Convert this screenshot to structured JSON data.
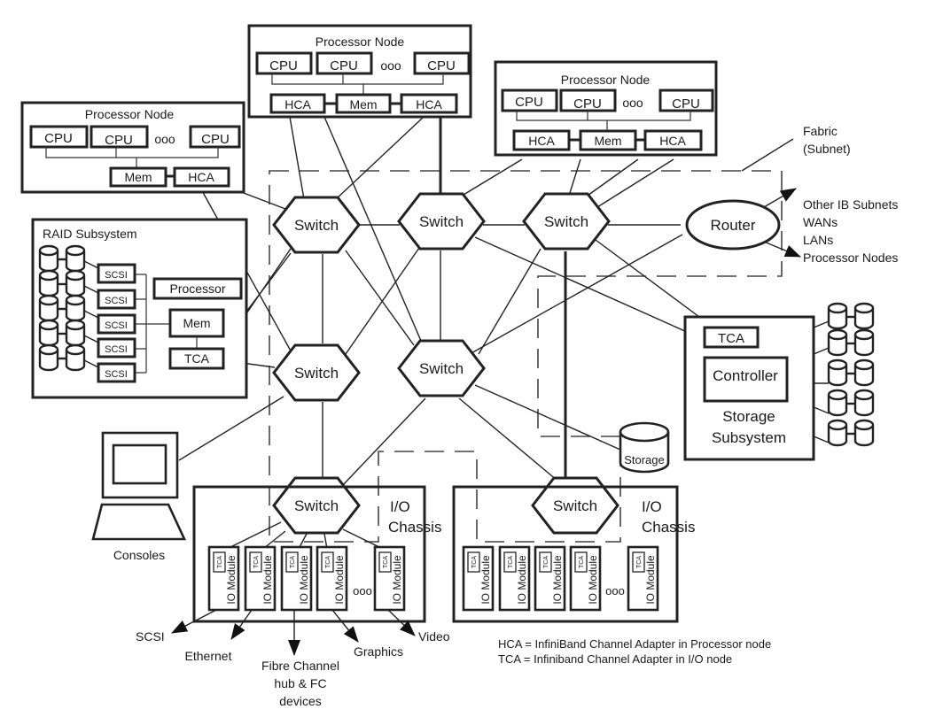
{
  "processor_nodes": [
    {
      "title": "Processor Node",
      "cpus": [
        "CPU",
        "CPU",
        "CPU"
      ],
      "ellipsis": "ooo",
      "mem": "Mem",
      "hcas": [
        "HCA",
        "HCA"
      ]
    },
    {
      "title": "Processor Node",
      "cpus": [
        "CPU",
        "CPU",
        "CPU"
      ],
      "ellipsis": "ooo",
      "mem": "Mem",
      "hcas": [
        "HCA"
      ]
    },
    {
      "title": "Processor Node",
      "cpus": [
        "CPU",
        "CPU",
        "CPU"
      ],
      "ellipsis": "ooo",
      "mem": "Mem",
      "hcas": [
        "HCA",
        "HCA"
      ]
    }
  ],
  "raid": {
    "title": "RAID Subsystem",
    "scsi": [
      "SCSI",
      "SCSI",
      "SCSI",
      "SCSI",
      "SCSI"
    ],
    "processor": "Processor",
    "mem": "Mem",
    "tca": "TCA"
  },
  "switches": [
    "Switch",
    "Switch",
    "Switch",
    "Switch",
    "Switch",
    "Switch",
    "Switch"
  ],
  "router": "Router",
  "fabric_label": [
    "Fabric",
    "(Subnet)"
  ],
  "router_targets": [
    "Other IB Subnets",
    "WANs",
    "LANs",
    "Processor Nodes"
  ],
  "storage_subsystem": {
    "tca": "TCA",
    "controller": "Controller",
    "title": [
      "Storage",
      "Subsystem"
    ]
  },
  "storage": "Storage",
  "consoles": "Consoles",
  "io_chassis": [
    {
      "title": [
        "I/O",
        "Chassis"
      ],
      "module_label": "IO Module",
      "tca": "TCA",
      "ellipsis": "ooo"
    },
    {
      "title": [
        "I/O",
        "Chassis"
      ],
      "module_label": "IO Module",
      "tca": "TCA",
      "ellipsis": "ooo"
    }
  ],
  "io_outputs": {
    "scsi": "SCSI",
    "ethernet": "Ethernet",
    "fibre": [
      "Fibre Channel",
      "hub & FC",
      "devices"
    ],
    "graphics": "Graphics",
    "video": "Video"
  },
  "legend": [
    "HCA = InfiniBand Channel Adapter in Processor node",
    "TCA = Infiniband Channel Adapter in I/O node"
  ]
}
